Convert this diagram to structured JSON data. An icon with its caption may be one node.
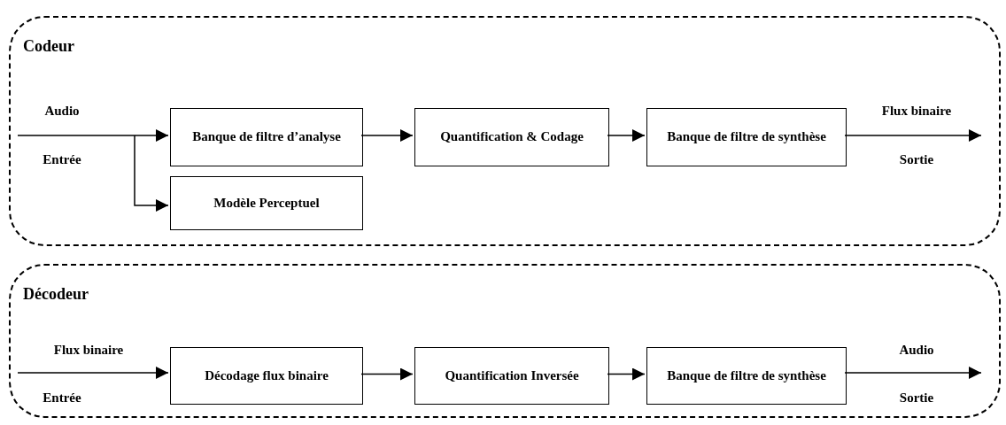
{
  "diagram": {
    "nodes": [
      {
        "text": [
          "Codeur"
        ]
      },
      {
        "text": [
          "Banque de filtre d’analyse"
        ],
        "in": 0
      },
      {
        "text": [
          "Quantification & Codage"
        ],
        "in": 0
      },
      {
        "text": [
          "Banque de filtre de synthèse"
        ],
        "in": 0
      },
      {
        "text": [
          "Modèle Perceptuel"
        ],
        "in": 0
      },
      {
        "text": [
          "Décodeur"
        ]
      },
      {
        "text": [
          "Décodage flux binaire"
        ],
        "in": 5
      },
      {
        "text": [
          "Quantification Inversée"
        ],
        "in": 5
      },
      {
        "text": [
          "Banque de filtre de synthèse"
        ],
        "in": 5
      }
    ],
    "edges": [
      {
        "from": null,
        "to": 1,
        "arrow": "to"
      },
      {
        "from": null,
        "to": 4,
        "arrow": "to"
      },
      {
        "from": 1,
        "to": 2,
        "arrow": "to"
      },
      {
        "from": 2,
        "to": 3,
        "arrow": "to"
      },
      {
        "from": 3,
        "to": null,
        "arrow": "to"
      },
      {
        "from": null,
        "to": 6,
        "arrow": "to"
      },
      {
        "from": 6,
        "to": 7,
        "arrow": "to"
      },
      {
        "from": 7,
        "to": 8,
        "arrow": "to"
      },
      {
        "from": 8,
        "to": null,
        "arrow": "to"
      }
    ],
    "labels": [
      "Audio",
      "Flux binaire",
      "Entrée",
      "Sortie",
      "Flux binaire",
      "Audio",
      "Entrée",
      "Sortie"
    ]
  }
}
